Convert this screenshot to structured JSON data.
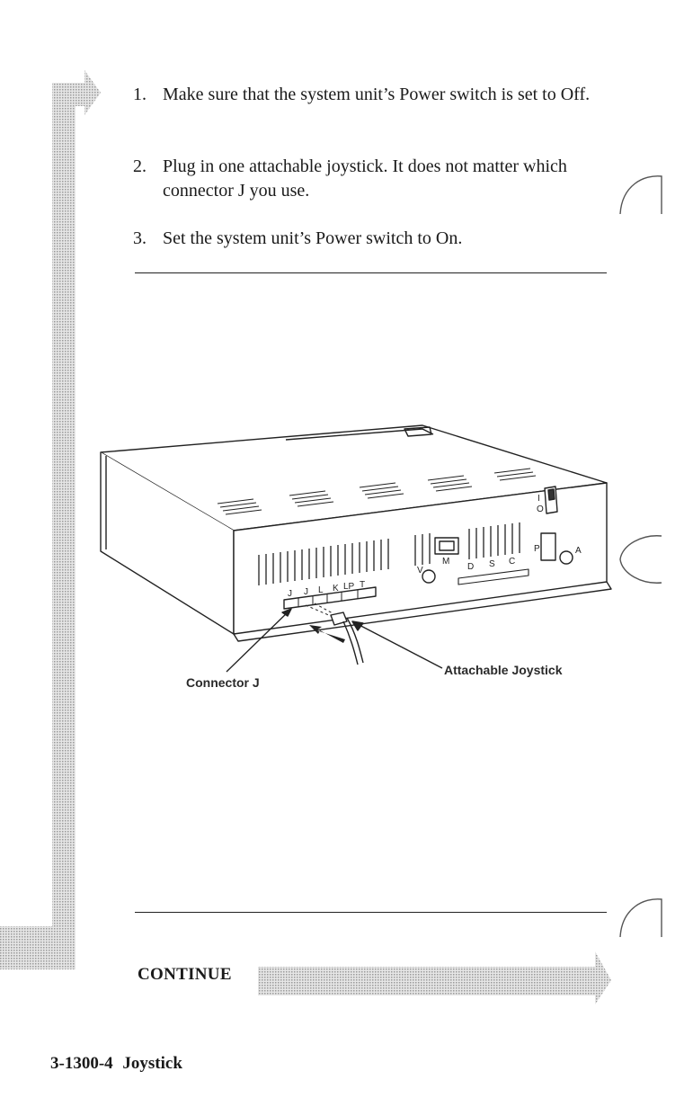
{
  "steps": [
    {
      "number": "1.",
      "text": "Make sure that the system unit’s Power switch is set to Off."
    },
    {
      "number": "2.",
      "text": "Plug in one attachable joystick.  It does not matter which connector J you use."
    },
    {
      "number": "3.",
      "text": "Set the system unit’s Power switch to On."
    }
  ],
  "figure": {
    "callouts": {
      "connector": "Connector J",
      "joystick": "Attachable Joystick"
    },
    "port_letters": [
      "J",
      "J",
      "L",
      "K",
      "LP",
      "T"
    ],
    "panel_letters": {
      "v": "V",
      "m": "M",
      "d": "D",
      "s": "S",
      "c": "C",
      "p": "P",
      "a": "A",
      "i": "I",
      "o": "O"
    }
  },
  "continue_label": "CONTINUE",
  "footer": {
    "page_number": "3-1300-4",
    "section": "Joystick"
  },
  "colors": {
    "flow_bar": "#cfcfcf",
    "ink": "#1a1a1a"
  }
}
